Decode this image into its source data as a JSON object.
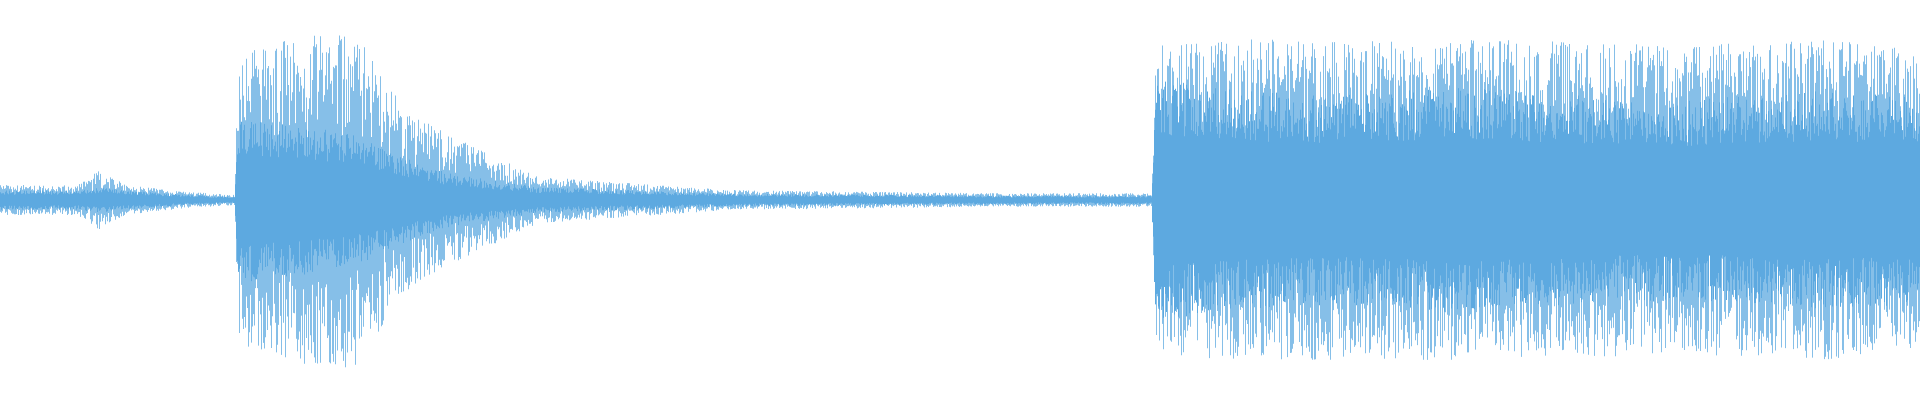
{
  "waveform": {
    "color": "#5DA9E0",
    "background": "#FFFFFF",
    "amplitude_envelope": [
      {
        "t": 0.0,
        "peak": 0.09,
        "rms": 0.045
      },
      {
        "t": 0.04,
        "peak": 0.09,
        "rms": 0.045
      },
      {
        "t": 0.052,
        "peak": 0.18,
        "rms": 0.06
      },
      {
        "t": 0.065,
        "peak": 0.09,
        "rms": 0.045
      },
      {
        "t": 0.095,
        "peak": 0.05,
        "rms": 0.025
      },
      {
        "t": 0.122,
        "peak": 0.03,
        "rms": 0.015
      },
      {
        "t": 0.124,
        "peak": 0.88,
        "rms": 0.38
      },
      {
        "t": 0.16,
        "peak": 0.98,
        "rms": 0.34
      },
      {
        "t": 0.185,
        "peak": 1.0,
        "rms": 0.3
      },
      {
        "t": 0.21,
        "peak": 0.55,
        "rms": 0.2
      },
      {
        "t": 0.235,
        "peak": 0.38,
        "rms": 0.12
      },
      {
        "t": 0.28,
        "peak": 0.14,
        "rms": 0.06
      },
      {
        "t": 0.33,
        "peak": 0.1,
        "rms": 0.045
      },
      {
        "t": 0.38,
        "peak": 0.06,
        "rms": 0.03
      },
      {
        "t": 0.45,
        "peak": 0.05,
        "rms": 0.025
      },
      {
        "t": 0.52,
        "peak": 0.04,
        "rms": 0.02
      },
      {
        "t": 0.6,
        "peak": 0.04,
        "rms": 0.02
      },
      {
        "t": 0.602,
        "peak": 0.92,
        "rms": 0.55
      },
      {
        "t": 0.65,
        "peak": 0.96,
        "rms": 0.5
      },
      {
        "t": 0.7,
        "peak": 0.95,
        "rms": 0.48
      },
      {
        "t": 0.76,
        "peak": 0.96,
        "rms": 0.52
      },
      {
        "t": 0.82,
        "peak": 0.94,
        "rms": 0.48
      },
      {
        "t": 0.88,
        "peak": 0.92,
        "rms": 0.46
      },
      {
        "t": 0.95,
        "peak": 0.96,
        "rms": 0.5
      },
      {
        "t": 1.0,
        "peak": 0.9,
        "rms": 0.48
      }
    ]
  }
}
